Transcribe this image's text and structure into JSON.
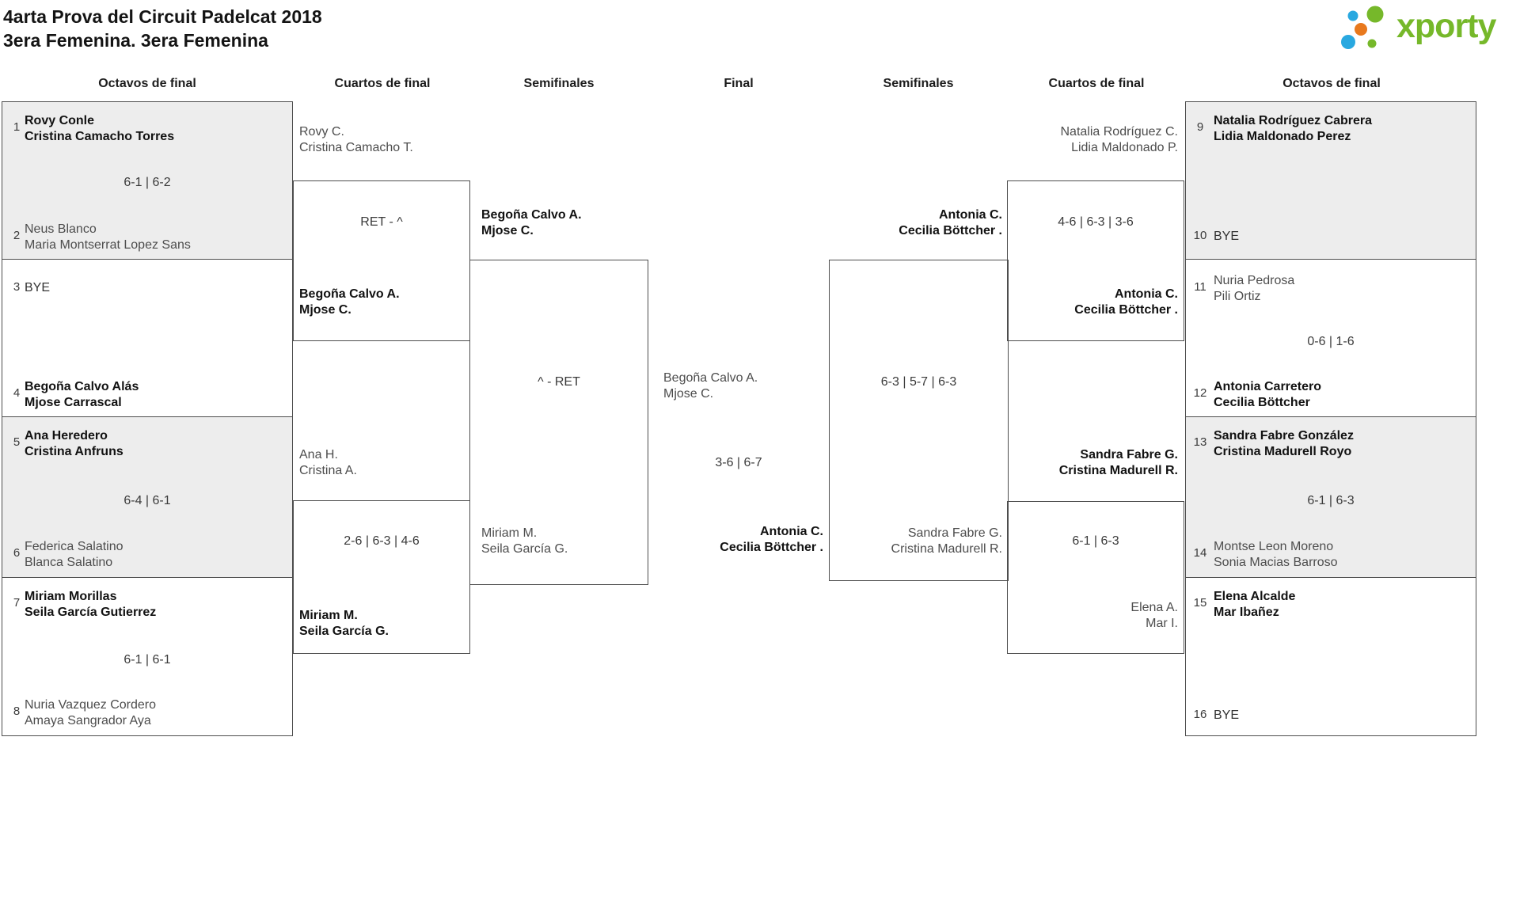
{
  "title": {
    "line1": "4arta Prova del Circuit Padelcat 2018",
    "line2": "3era Femenina. 3era Femenina"
  },
  "logo": {
    "text": "xporty"
  },
  "rounds": {
    "r1": "Octavos de final",
    "r2": "Cuartos de final",
    "r3": "Semifinales",
    "r4": "Final",
    "r5": "Semifinales",
    "r6": "Cuartos de final",
    "r7": "Octavos de final"
  },
  "octavos_left": {
    "m1": {
      "seed_a": "1",
      "a1": "Rovy Conle",
      "a2": "Cristina Camacho Torres",
      "score": "6-1 | 6-2",
      "seed_b": "2",
      "b1": "Neus Blanco",
      "b2": "Maria Montserrat Lopez Sans"
    },
    "m2": {
      "seed_a": "3",
      "a1": "BYE",
      "seed_b": "4",
      "b1": "Begoña Calvo Alás",
      "b2": "Mjose Carrascal"
    },
    "m3": {
      "seed_a": "5",
      "a1": "Ana Heredero",
      "a2": "Cristina Anfruns",
      "score": "6-4 | 6-1",
      "seed_b": "6",
      "b1": "Federica Salatino",
      "b2": "Blanca Salatino"
    },
    "m4": {
      "seed_a": "7",
      "a1": "Miriam Morillas",
      "a2": "Seila García Gutierrez",
      "score": "6-1 | 6-1",
      "seed_b": "8",
      "b1": "Nuria Vazquez Cordero",
      "b2": "Amaya Sangrador Aya"
    }
  },
  "octavos_right": {
    "m1": {
      "seed_a": "9",
      "a1": "Natalia Rodríguez Cabrera",
      "a2": "Lidia Maldonado Perez",
      "seed_b": "10",
      "b1": "BYE"
    },
    "m2": {
      "seed_a": "11",
      "a1": "Nuria Pedrosa",
      "a2": "Pili Ortiz",
      "score": "0-6 | 1-6",
      "seed_b": "12",
      "b1": "Antonia Carretero",
      "b2": "Cecilia Böttcher"
    },
    "m3": {
      "seed_a": "13",
      "a1": "Sandra Fabre González",
      "a2": "Cristina Madurell Royo",
      "score": "6-1 | 6-3",
      "seed_b": "14",
      "b1": "Montse Leon Moreno",
      "b2": "Sonia Macias Barroso"
    },
    "m4": {
      "seed_a": "15",
      "a1": "Elena Alcalde",
      "a2": "Mar Ibañez",
      "seed_b": "16",
      "b1": "BYE"
    }
  },
  "cuartos_left": {
    "m1": {
      "a1": "Rovy C.",
      "a2": "Cristina Camacho T.",
      "score": "RET - ^",
      "b1": "Begoña Calvo A.",
      "b2": "Mjose C."
    },
    "m2": {
      "a1": "Ana H.",
      "a2": "Cristina A.",
      "score": "2-6 | 6-3 | 4-6",
      "b1": "Miriam M.",
      "b2": "Seila García G."
    }
  },
  "semi_left": {
    "a1": "Begoña Calvo A.",
    "a2": "Mjose C.",
    "score": "^ - RET",
    "b1": "Miriam M.",
    "b2": "Seila García G."
  },
  "final": {
    "a1": "Begoña Calvo A.",
    "a2": "Mjose C.",
    "score": "3-6 | 6-7",
    "b1": "Antonia C.",
    "b2": "Cecilia Böttcher ."
  },
  "semi_right": {
    "a1": "Antonia C.",
    "a2": "Cecilia Böttcher .",
    "score": "6-3 | 5-7 | 6-3",
    "b1": "Sandra Fabre G.",
    "b2": "Cristina Madurell R."
  },
  "cuartos_right": {
    "m1": {
      "a1": "Natalia Rodríguez C.",
      "a2": "Lidia Maldonado P.",
      "score": "4-6 | 6-3 | 3-6",
      "b1": "Antonia C.",
      "b2": "Cecilia Böttcher ."
    },
    "m2": {
      "a1": "Sandra Fabre G.",
      "a2": "Cristina Madurell R.",
      "score": "6-1 | 6-3",
      "b1": "Elena A.",
      "b2": "Mar I."
    }
  },
  "colors": {
    "brand_green": "#76b82a",
    "brand_blue": "#29a8e0",
    "brand_orange": "#e8791d",
    "winner_text": "#121212",
    "loser_text": "#4d4d4d",
    "border": "#4d4d4d",
    "shade_bg": "#ededed"
  }
}
